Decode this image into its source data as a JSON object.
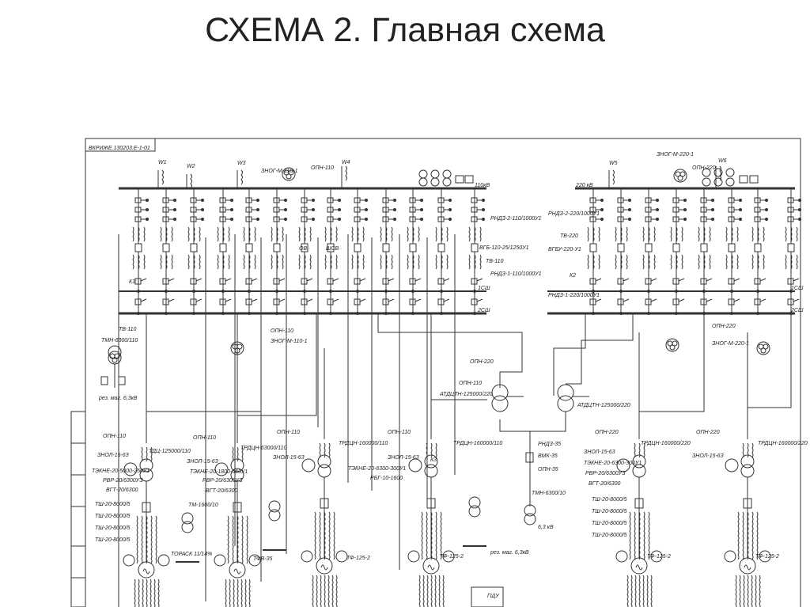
{
  "slide": {
    "title": "СХЕМА 2. Главная схема"
  },
  "diagram": {
    "stamp": "ВКРИЖЕ.130203.Е-1-01",
    "buses": {
      "hv110": "110кВ",
      "hv220": "220 кВ",
      "s1": "1СШ",
      "s2": "2СШ"
    },
    "lines": [
      "W1",
      "W2",
      "W3",
      "W4",
      "W5",
      "W6"
    ],
    "labels": {
      "znog110": "ЗНОГ-М-110-1",
      "opn110": "ОПН-110",
      "znog220": "ЗНОГ-М-220-1",
      "opn220": "ОПН-220",
      "rnd2_110": "РНДЗ-2-110/1000У1",
      "vgb110": "ВГБ-110-25/1250У1",
      "tv110": "ТВ-110",
      "rnd1_110": "РНДЗ-1-110/1000У1",
      "rnd2_220": "РНДЗ-2-220/1000У1",
      "tv220": "ТВ-220",
      "vgbu220": "ВГБУ-220-У1",
      "rnd1_220": "РНДЗ-1-220/1000У1",
      "ov": "ОВ",
      "shsv": "ШСВ",
      "k1": "К1",
      "k2": "К2",
      "at": "АТДЦТН-125000/220",
      "tdc": "ТДЦ-125000/110",
      "trdcn63": "ТРДЦН-63000/110",
      "trdcn160": "ТРДЦН-160000/110",
      "trdcn160_220": "ТРДЦН-160000/220",
      "znol": "ЗНОЛ-15-63",
      "tekn1": "ТЭКНЕ-20-5000-250У1",
      "tekn2": "ТЭКНЕ-20-1800-560У1",
      "tekn3": "ТЭКНЕ-20-6300-300У1",
      "rvr": "РВР-20/6300УЗ",
      "vgt": "ВГТ-20/6300",
      "tsh": "ТШ-20-8000/5",
      "tm1600": "ТМ-1600/10",
      "tm6300": "ТМН-6300/10",
      "kv63": "6,3 кВ",
      "torack": "ТОРАСК 11/14%",
      "tvf35": "ТФВ-35",
      "tf125": "ТФ-125-2",
      "rnd35": "РНДЗ-35",
      "vmk35": "ВМК-35",
      "opn35": "ОПН-35",
      "rbg": "РБГ-10-1600",
      "rez": "рез. маг. 6,3кВ",
      "k3": "К3",
      "gshu": "ГЩУ",
      "tm_rez": "ТМН-6300/110"
    }
  }
}
